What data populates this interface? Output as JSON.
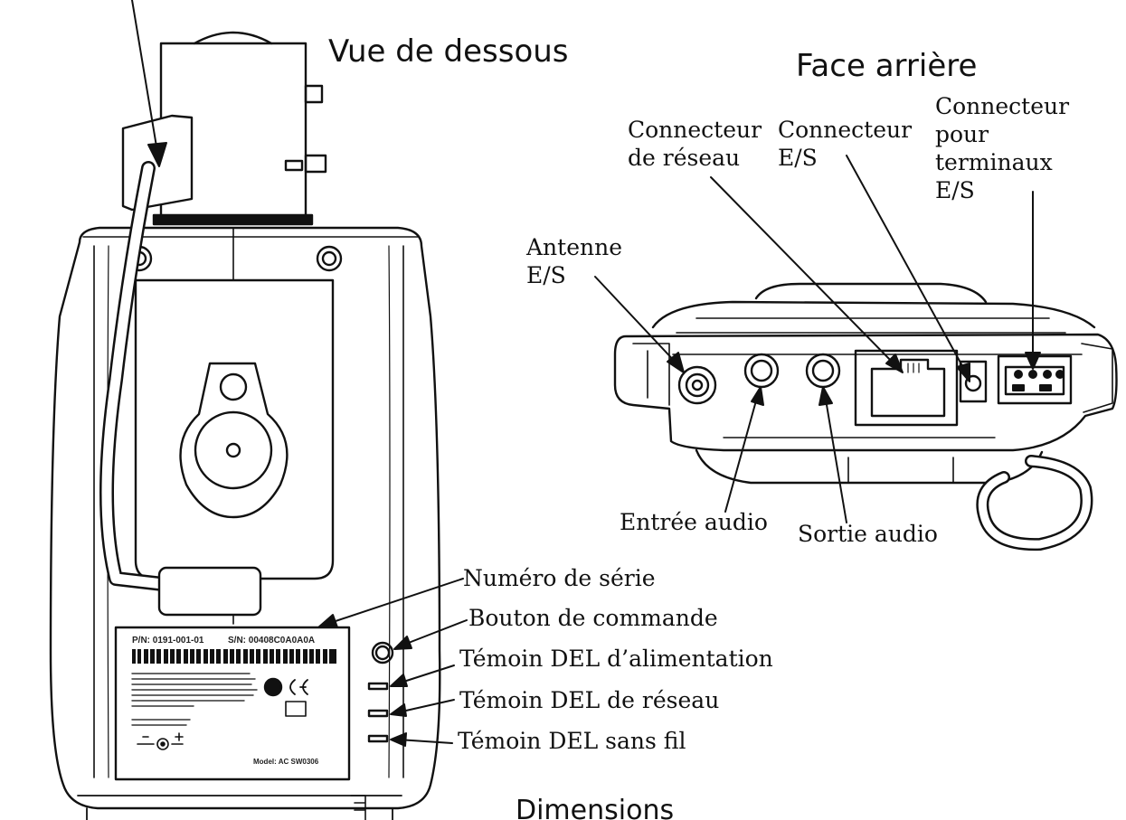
{
  "headings": {
    "bottom_view": "Vue de dessous",
    "rear_face": "Face arrière",
    "dimensions": "Dimensions"
  },
  "rear_labels": {
    "network_connector": "Connecteur\nde réseau",
    "io_connector": "Connecteur\nE/S",
    "io_terminal_connector": "Connecteur\npour\nterminaux\nE/S",
    "io_antenna": "Antenne\nE/S",
    "audio_in": "Entrée audio",
    "audio_out": "Sortie audio"
  },
  "bottom_labels": {
    "serial_number": "Numéro de série",
    "control_button": "Bouton de commande",
    "power_led": "Témoin DEL d’alimentation",
    "network_led": "Témoin DEL de réseau",
    "wireless_led": "Témoin DEL sans fil"
  },
  "plate": {
    "part_number": "P/N: 0191-001-01",
    "serial_number": "S/N: 00408C0A0A0A",
    "model": "Model: AC SW0306"
  }
}
